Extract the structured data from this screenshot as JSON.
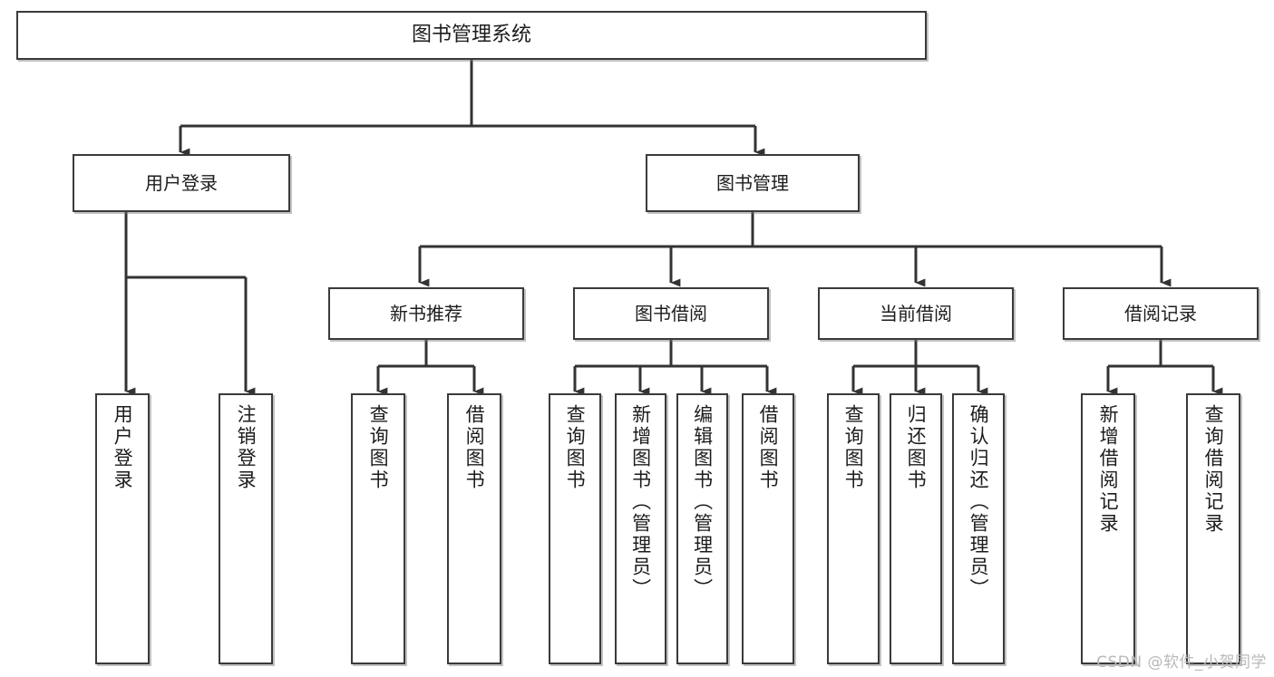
{
  "diagram": {
    "title": "图书管理系统",
    "type": "tree-hierarchy",
    "watermark": "CSDN @软件_小贺同学",
    "colors": {
      "box_border": "#3a3a3a",
      "box_fill": "#ffffff",
      "connector": "#333333",
      "text": "#1c1c1c",
      "watermark": "#b9b9b9",
      "background": "#ffffff"
    }
  },
  "nodes": {
    "root": {
      "label": "图书管理系统"
    },
    "level2": [
      {
        "id": "user-login",
        "label": "用户登录"
      },
      {
        "id": "book-management",
        "label": "图书管理"
      }
    ],
    "level3": [
      {
        "id": "new-book-recommend",
        "label": "新书推荐"
      },
      {
        "id": "book-borrow",
        "label": "图书借阅"
      },
      {
        "id": "current-borrow",
        "label": "当前借阅"
      },
      {
        "id": "borrow-record",
        "label": "借阅记录"
      }
    ],
    "leaves": {
      "user_login": [
        {
          "id": "leaf-user-login",
          "label": "用户登录"
        },
        {
          "id": "leaf-logout-login",
          "label": "注销登录"
        }
      ],
      "new_book_recommend": [
        {
          "id": "leaf-query-book-1",
          "label": "查询图书"
        },
        {
          "id": "leaf-borrow-book-1",
          "label": "借阅图书"
        }
      ],
      "book_borrow": [
        {
          "id": "leaf-query-book-2",
          "label": "查询图书"
        },
        {
          "id": "leaf-add-book-admin",
          "label": "新增图书（管理员）"
        },
        {
          "id": "leaf-edit-book-admin",
          "label": "编辑图书（管理员）"
        },
        {
          "id": "leaf-borrow-book-2",
          "label": "借阅图书"
        }
      ],
      "current_borrow": [
        {
          "id": "leaf-query-book-3",
          "label": "查询图书"
        },
        {
          "id": "leaf-return-book",
          "label": "归还图书"
        },
        {
          "id": "leaf-confirm-return-admin",
          "label": "确认归还（管理员）"
        }
      ],
      "borrow_record": [
        {
          "id": "leaf-add-borrow-record",
          "label": "新增借阅记录"
        },
        {
          "id": "leaf-query-borrow-record",
          "label": "查询借阅记录"
        }
      ]
    }
  }
}
